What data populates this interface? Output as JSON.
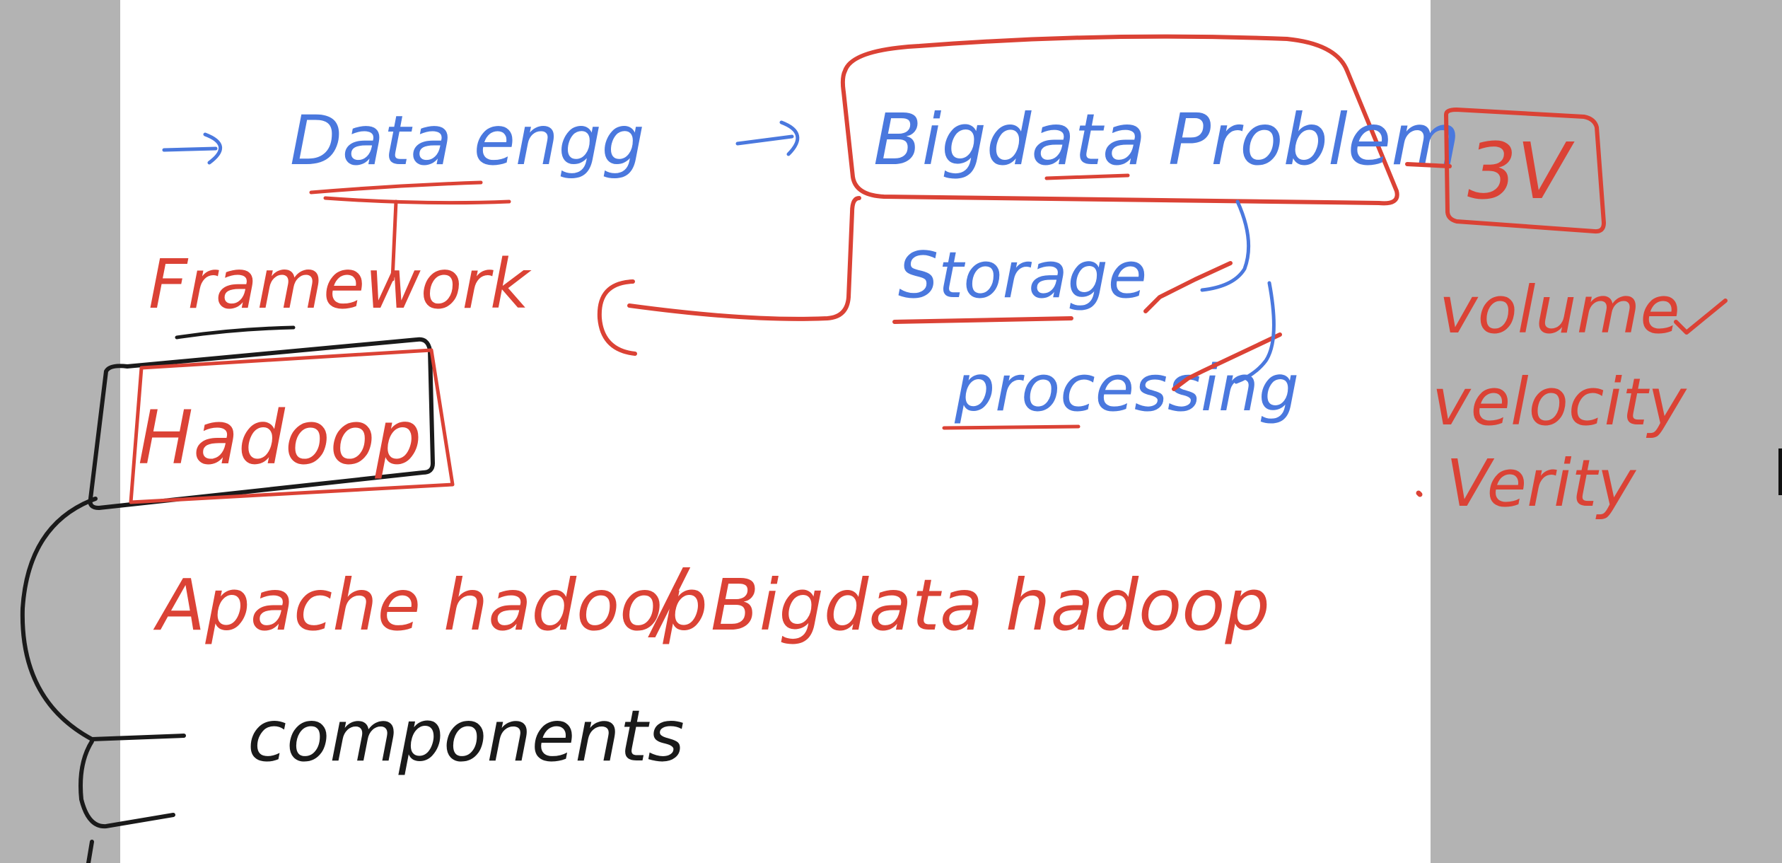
{
  "colors": {
    "blue_ink": "#4a78de",
    "red_ink": "#db4235",
    "black_ink": "#1a1a1a",
    "page": "#ffffff",
    "gutter": "#b3b3b3"
  },
  "notes": {
    "data_engg": "Data engg",
    "bigdata_problem": "Bigdata Problem",
    "three_v": "3V",
    "framework": "Framework",
    "hadoop": "Hadoop",
    "storage": "Storage",
    "processing": "processing",
    "volume": "volume",
    "velocity": "velocity",
    "verity": "Verity",
    "apache_hadoop": "Apache hadoop",
    "bigdata_hadoop": "Bigdata hadoop",
    "components": "components",
    "slash": "/"
  }
}
